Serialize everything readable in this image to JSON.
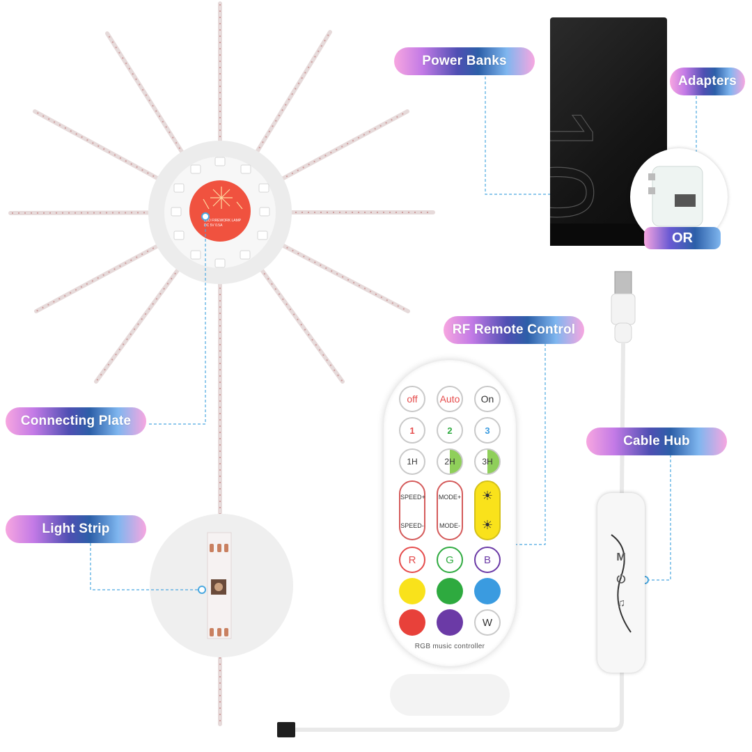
{
  "labels": {
    "power_banks": "Power Banks",
    "adapters": "Adapters",
    "or": "OR",
    "rf_remote": "RF Remote Control",
    "cable_hub": "Cable Hub",
    "connecting_plate": "Connecting Plate",
    "light_strip": "Light Strip"
  },
  "plate_text": "LED FIREWORK LAMP DC 5V 0.5A",
  "remote": {
    "row1": [
      "off",
      "Auto",
      "On"
    ],
    "row2": [
      "1",
      "2",
      "3"
    ],
    "row3": [
      "1H",
      "2H",
      "3H"
    ],
    "speed_up": "SPEED+",
    "speed_down": "SPEED-",
    "mode_up": "MODE+",
    "mode_down": "MODE-",
    "rgb": [
      "R",
      "G",
      "B"
    ],
    "w": "W",
    "label": "RGB music controller"
  },
  "hub_buttons": [
    "M",
    "⏻",
    "♫"
  ],
  "colors": {
    "accent_dot": "#4aa8e0",
    "plate_center": "#f0523f",
    "remote_yellow": "#f9e21b",
    "remote_green": "#2eaa3f",
    "remote_blue": "#3a9be0",
    "remote_red": "#e8413a",
    "remote_purple": "#6b3aa6"
  }
}
